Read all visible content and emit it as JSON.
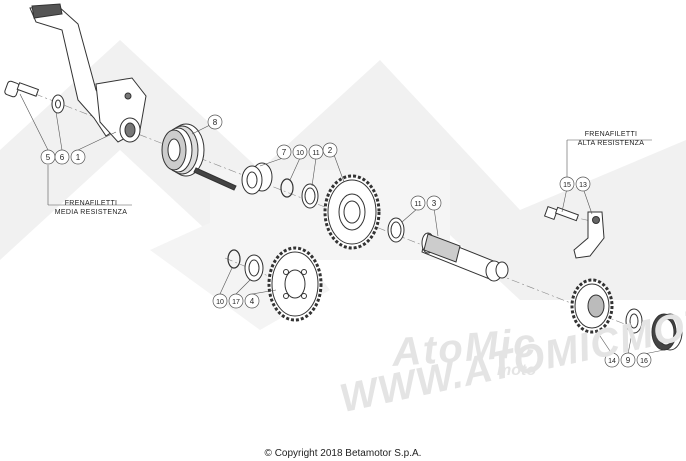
{
  "notes": {
    "left_line1": "FRENAFILETTI",
    "left_line2": "MEDIA RESISTENZA",
    "right_line1": "FRENAFILETTI",
    "right_line2": "ALTA RESISTENZA"
  },
  "watermark": {
    "atomic": "AtoMic",
    "moto": "moto",
    "url": "WWW.ATOMICMOT"
  },
  "copyright": "© Copyright 2018 Betamotor S.p.A.",
  "callouts": [
    {
      "id": "c5a",
      "label": "5"
    },
    {
      "id": "c6",
      "label": "6"
    },
    {
      "id": "c1",
      "label": "1"
    },
    {
      "id": "c8",
      "label": "8"
    },
    {
      "id": "c7",
      "label": "7"
    },
    {
      "id": "c10a",
      "label": "10"
    },
    {
      "id": "c11a",
      "label": "11"
    },
    {
      "id": "c2",
      "label": "2"
    },
    {
      "id": "c11b",
      "label": "11"
    },
    {
      "id": "c3",
      "label": "3"
    },
    {
      "id": "c15",
      "label": "15"
    },
    {
      "id": "c13",
      "label": "13"
    },
    {
      "id": "c10b",
      "label": "10"
    },
    {
      "id": "c17",
      "label": "17"
    },
    {
      "id": "c4",
      "label": "4"
    },
    {
      "id": "c14",
      "label": "14"
    },
    {
      "id": "c9",
      "label": "9"
    },
    {
      "id": "c16",
      "label": "16"
    }
  ]
}
